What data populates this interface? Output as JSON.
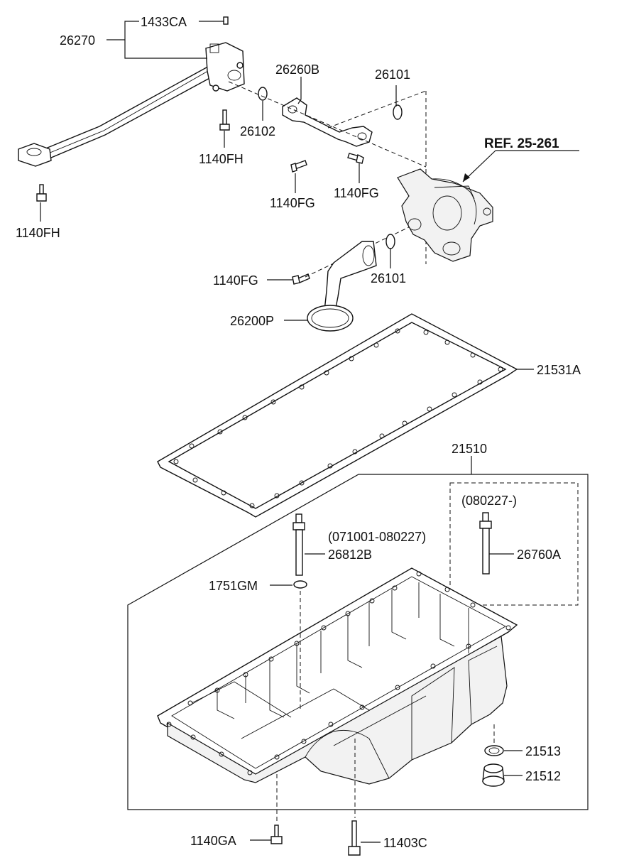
{
  "labels": {
    "p1433CA": "1433CA",
    "p26270": "26270",
    "p26260B": "26260B",
    "p26101_top": "26101",
    "pREF": "REF. 25-261",
    "p26102": "26102",
    "p1140FH_a": "1140FH",
    "p1140FG_a": "1140FG",
    "p1140FG_b": "1140FG",
    "p1140FH_b": "1140FH",
    "p1140FG_c": "1140FG",
    "p26101_bot": "26101",
    "p26200P": "26200P",
    "p21531A": "21531A",
    "p21510": "21510",
    "p080227": "(080227-)",
    "p071001": "(071001-080227)",
    "p26812B": "26812B",
    "p26760A": "26760A",
    "p1751GM": "1751GM",
    "p21513": "21513",
    "p21512": "21512",
    "p1140GA": "1140GA",
    "p11403C": "11403C"
  }
}
